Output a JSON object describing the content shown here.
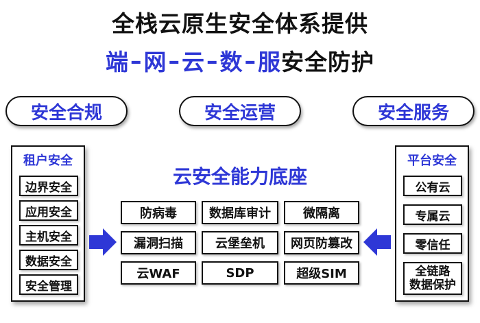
{
  "title": {
    "line1": "全栈云原生安全体系提供",
    "line2": {
      "p1": "端",
      "d1": "–",
      "p2": "网",
      "d2": "–",
      "p3": "云",
      "d3": "–",
      "p4": "数",
      "d4": "–",
      "p5": "服",
      "rest": "安全防护"
    }
  },
  "pills": [
    "安全合规",
    "安全运营",
    "安全服务"
  ],
  "left_panel": {
    "title": "租户安全",
    "items": [
      "边界安全",
      "应用安全",
      "主机安全",
      "数据安全",
      "安全管理"
    ]
  },
  "right_panel": {
    "title": "平台安全",
    "items": [
      "公有云",
      "专属云",
      "零信任",
      "全链路",
      "数据保护"
    ]
  },
  "core": {
    "title": "云安全能力底座",
    "cells": [
      "防病毒",
      "数据库审计",
      "微隔离",
      "漏洞扫描",
      "云堡垒机",
      "网页防篡改",
      "云WAF",
      "SDP",
      "超级SIM"
    ]
  },
  "colors": {
    "accent": "#2e37d6",
    "text": "#111111"
  },
  "icons": {
    "left_arrow": "arrow-right-icon",
    "right_arrow": "arrow-left-icon"
  }
}
